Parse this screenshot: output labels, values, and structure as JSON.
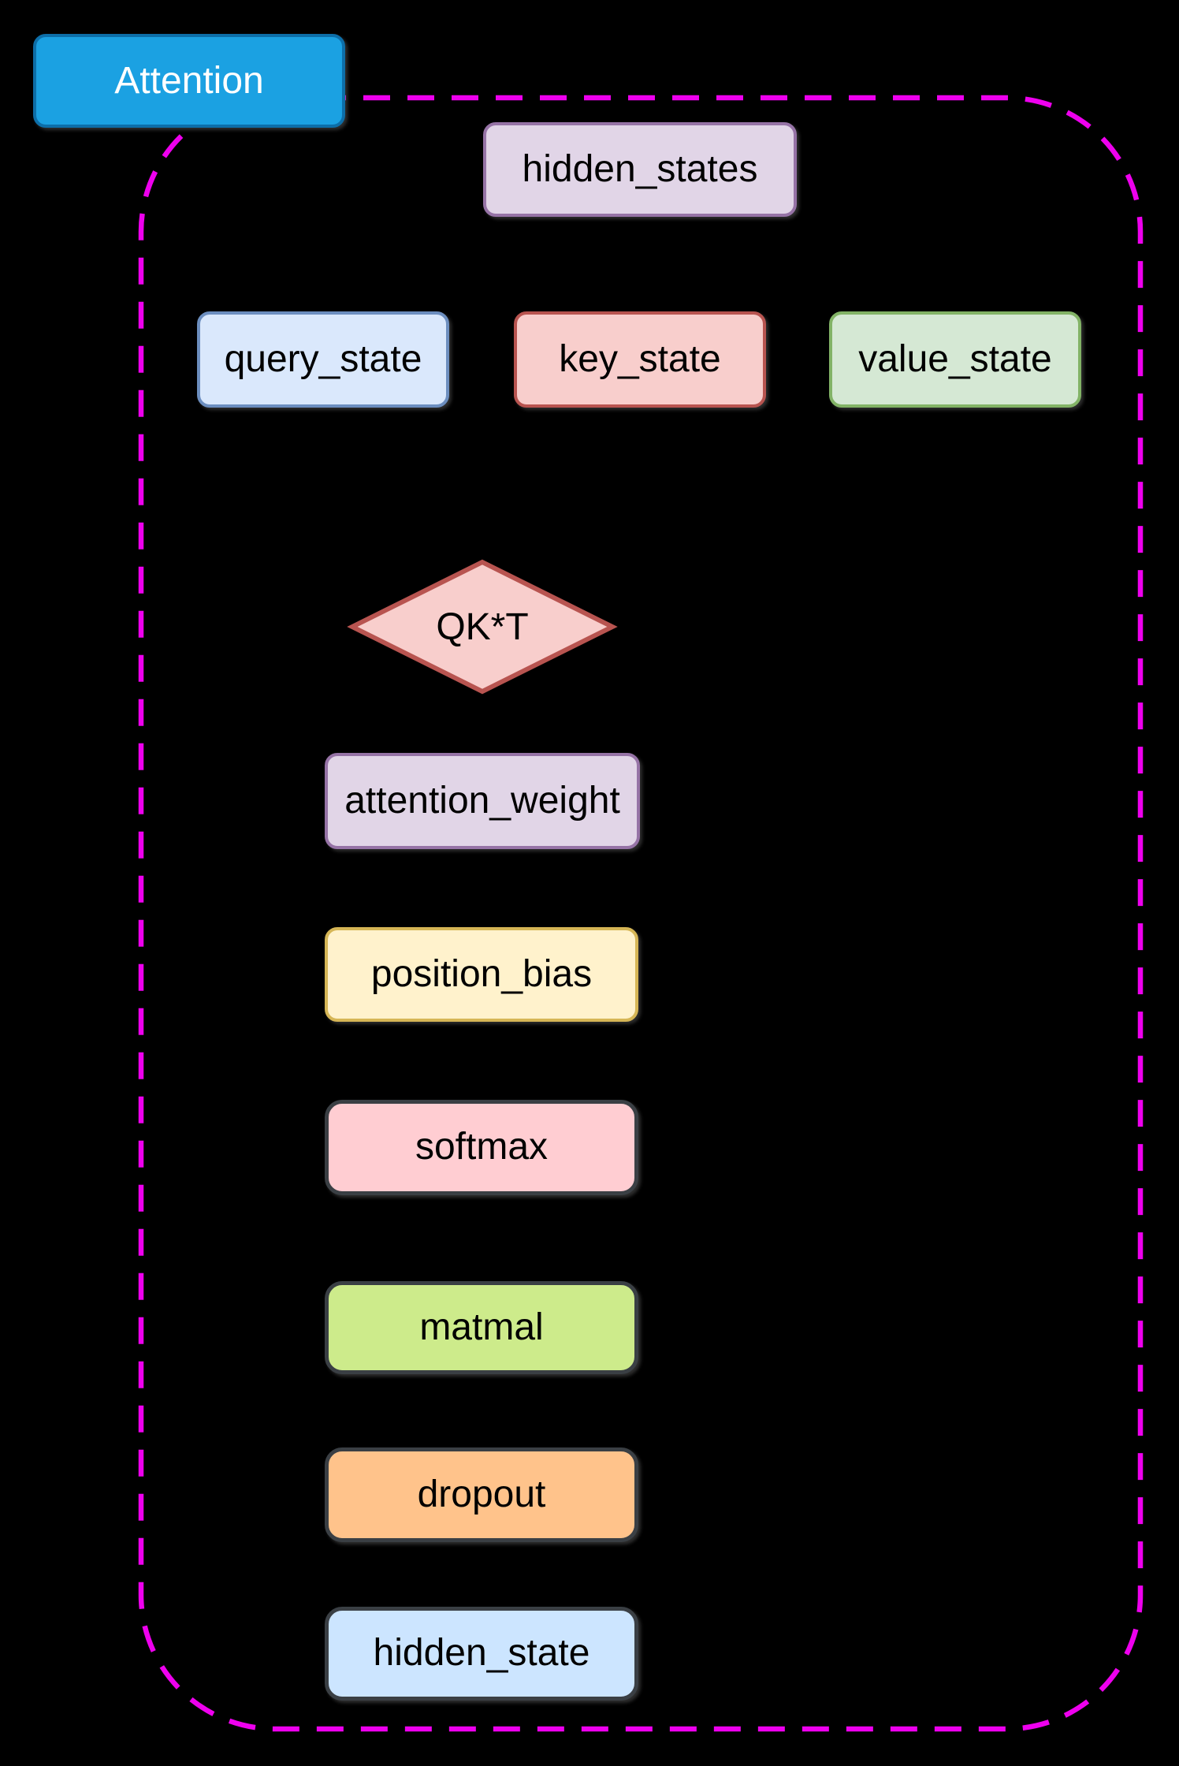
{
  "diagram": {
    "background_color": "#000000",
    "group": {
      "label": "Attention",
      "fill": "#1ba1e2",
      "stroke": "#0d6ea8",
      "text_color": "#ffffff",
      "border_color": "#ee00ee",
      "border_style": "dashed"
    },
    "nodes": {
      "hidden_states": {
        "label": "hidden_states",
        "shape": "rounded-rectangle",
        "fill": "#e1d5e7",
        "stroke": "#9673a6"
      },
      "query_state": {
        "label": "query_state",
        "shape": "rounded-rectangle",
        "fill": "#dae8fc",
        "stroke": "#6c8ebf"
      },
      "key_state": {
        "label": "key_state",
        "shape": "rounded-rectangle",
        "fill": "#f8cecc",
        "stroke": "#b85450"
      },
      "value_state": {
        "label": "value_state",
        "shape": "rounded-rectangle",
        "fill": "#d5e8d4",
        "stroke": "#82b366"
      },
      "qkt": {
        "label": "QK*T",
        "shape": "diamond",
        "fill": "#f8cecc",
        "stroke": "#b85450"
      },
      "attention_weight": {
        "label": "attention_weight",
        "shape": "rounded-rectangle",
        "fill": "#e1d5e7",
        "stroke": "#9673a6"
      },
      "position_bias": {
        "label": "position_bias",
        "shape": "rounded-rectangle",
        "fill": "#fff2cc",
        "stroke": "#d6b656"
      },
      "softmax": {
        "label": "softmax",
        "shape": "rounded-rectangle",
        "fill": "#ffcdd2",
        "stroke": "#3a3f44"
      },
      "matmal": {
        "label": "matmal",
        "shape": "rounded-rectangle",
        "fill": "#cdeb8b",
        "stroke": "#3a3f44"
      },
      "dropout": {
        "label": "dropout",
        "shape": "rounded-rectangle",
        "fill": "#ffc38b",
        "stroke": "#3a3f44"
      },
      "hidden_state": {
        "label": "hidden_state",
        "shape": "rounded-rectangle",
        "fill": "#cce5ff",
        "stroke": "#3a3f44"
      }
    }
  }
}
